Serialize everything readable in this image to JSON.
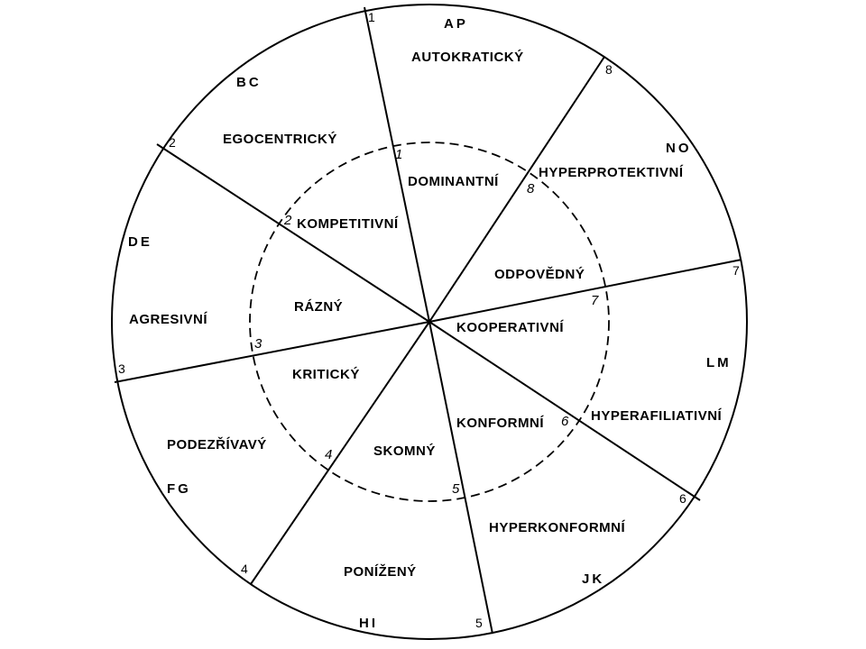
{
  "outer_segments": [
    {
      "code": "AP",
      "label": "AUTOKRATICKÝ"
    },
    {
      "code": "BC",
      "label": "EGOCENTRICKÝ"
    },
    {
      "code": "DE",
      "label": "AGRESIVNÍ"
    },
    {
      "code": "FG",
      "label": "PODEZŘÍVAVÝ"
    },
    {
      "code": "HI",
      "label": "PONÍŽENÝ"
    },
    {
      "code": "JK",
      "label": "HYPERKONFORMNÍ"
    },
    {
      "code": "LM",
      "label": "HYPERAFILIATIVNÍ"
    },
    {
      "code": "NO",
      "label": "HYPERPROTEKTIVNÍ"
    }
  ],
  "inner_segments": [
    {
      "label": "DOMINANTNÍ"
    },
    {
      "label": "KOMPETITIVNÍ"
    },
    {
      "label": "RÁZNÝ"
    },
    {
      "label": "KRITICKÝ"
    },
    {
      "label": "SKOMNÝ"
    },
    {
      "label": "KONFORMNÍ"
    },
    {
      "label": "KOOPERATIVNÍ"
    },
    {
      "label": "ODPOVĚDNÝ"
    }
  ],
  "outer_numbers": [
    "1",
    "2",
    "3",
    "4",
    "5",
    "6",
    "7",
    "8"
  ],
  "inner_numbers": [
    "1",
    "2",
    "3",
    "4",
    "5",
    "6",
    "7",
    "8"
  ]
}
